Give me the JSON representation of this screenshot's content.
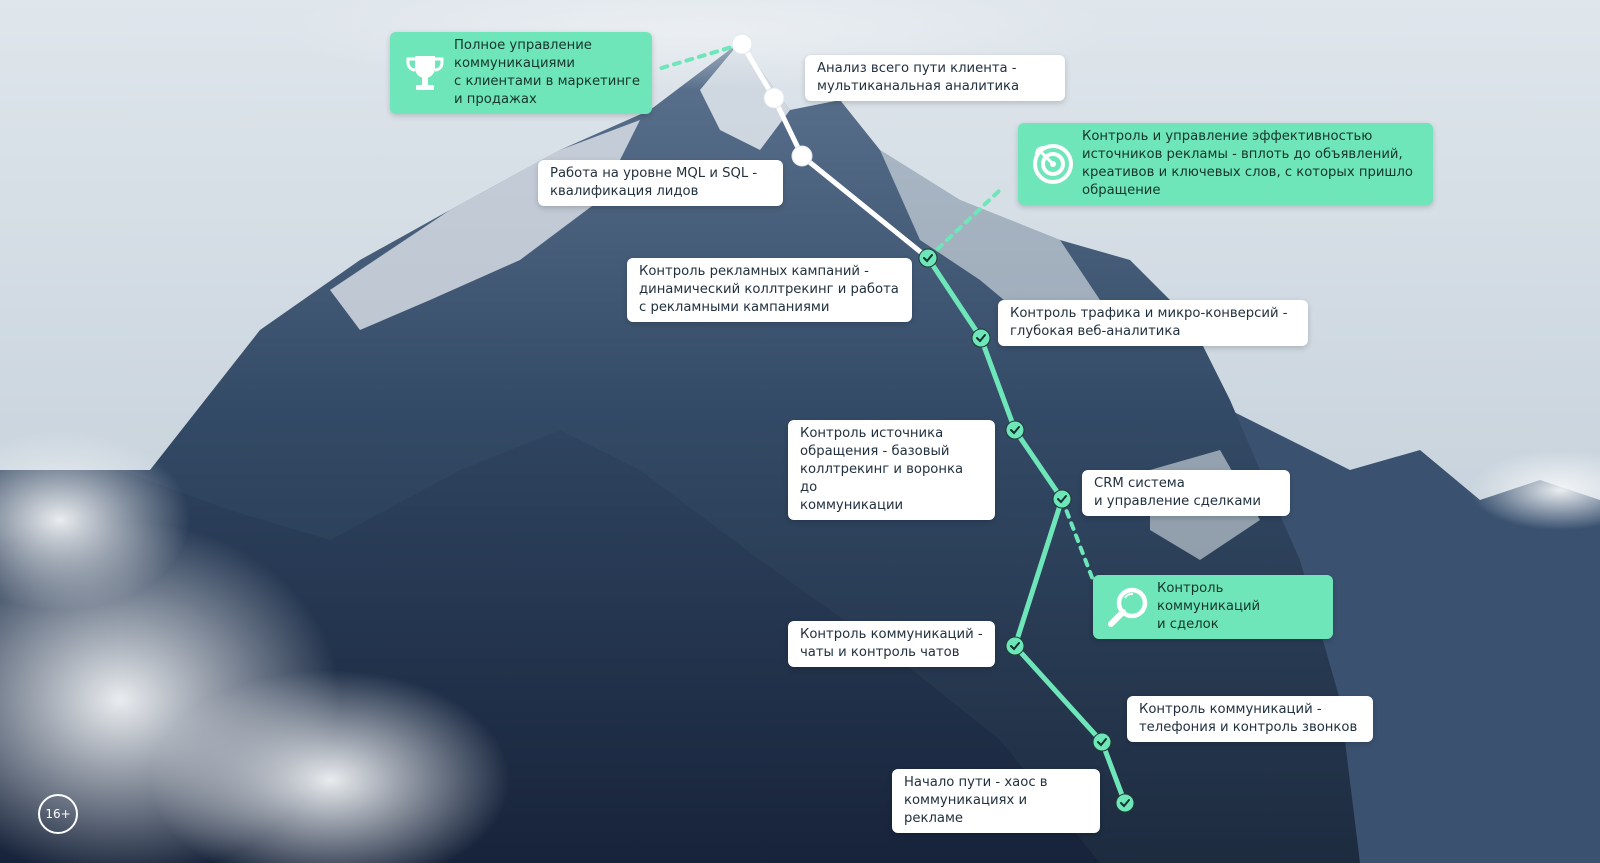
{
  "colors": {
    "accent": "#6ee6b9",
    "path_upper": "#ffffff",
    "sky": "#d5dde5",
    "mountain": "#2b3d55"
  },
  "age_badge": "16+",
  "milestones": [
    {
      "text": "Начало пути - хаос в\nкоммуникациях и рекламе"
    },
    {
      "text": "Контроль коммуникаций -\nтелефония и контроль звонков"
    },
    {
      "text": "Контроль коммуникаций -\nчаты и контроль чатов"
    },
    {
      "text": "CRM система\nи управление сделками"
    },
    {
      "text": "Контроль источника\nобращения - базовый\nколлтрекинг и воронка до\nкоммуникации"
    },
    {
      "text": "Контроль трафика и микро-конверсий -\nглубокая веб-аналитика"
    },
    {
      "text": "Контроль рекламных кампаний -\nдинамический коллтрекинг и работа\nс рекламными кампаниями"
    },
    {
      "text": "Работа на уровне MQL и SQL -\nквалификация лидов"
    },
    {
      "text": "Анализ всего пути клиента -\nмультиканальная аналитика"
    }
  ],
  "achievements": [
    {
      "icon": "magnifier-icon",
      "text": "Контроль коммуникаций\nи сделок"
    },
    {
      "icon": "target-icon",
      "text": "Контроль и управление эффективностью\nисточников рекламы - вплоть до объявлений,\nкреативов и ключевых слов, с которых пришло\nобращение"
    },
    {
      "icon": "trophy-icon",
      "text": "Полное управление\nкоммуникациями\nс клиентами в маркетинге\nи продажах"
    }
  ]
}
